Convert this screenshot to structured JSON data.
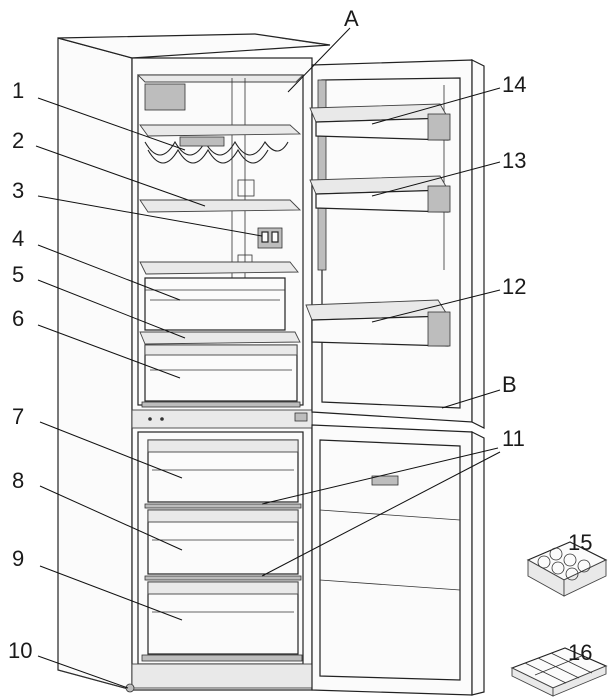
{
  "labels": {
    "l1": "1",
    "l2": "2",
    "l3": "3",
    "l4": "4",
    "l5": "5",
    "l6": "6",
    "l7": "7",
    "l8": "8",
    "l9": "9",
    "l10": "10",
    "l11": "11",
    "l12": "12",
    "l13": "13",
    "l14": "14",
    "l15": "15",
    "l16": "16",
    "lA": "A",
    "lB": "B"
  },
  "colors": {
    "line": "#222222",
    "shade": "#e9e9e9",
    "background": "#ffffff"
  }
}
